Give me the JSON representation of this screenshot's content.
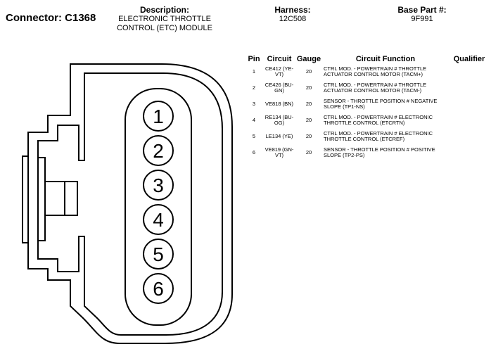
{
  "header": {
    "connector_label": "Connector: C1368",
    "description_title": "Description:",
    "description_line1": "ELECTRONIC THROTTLE",
    "description_line2": "CONTROL (ETC) MODULE",
    "harness_title": "Harness:",
    "harness_value": "12C508",
    "base_part_title": "Base Part #:",
    "base_part_value": "9F991"
  },
  "table": {
    "columns": [
      "Pin",
      "Circuit",
      "Gauge",
      "Circuit Function",
      "Qualifier"
    ],
    "rows": [
      {
        "pin": "1",
        "circuit": "CE412 (YE-VT)",
        "gauge": "20",
        "function": "CTRL MOD. - POWERTRAIN # THROTTLE ACTUATOR CONTROL MOTOR (TACM+)",
        "qualifier": ""
      },
      {
        "pin": "2",
        "circuit": "CE426 (BU-GN)",
        "gauge": "20",
        "function": "CTRL MOD. - POWERTRAIN # THROTTLE ACTUATOR CONTROL MOTOR (TACM-)",
        "qualifier": ""
      },
      {
        "pin": "3",
        "circuit": "VE818 (BN)",
        "gauge": "20",
        "function": "SENSOR - THROTTLE POSITION # NEGATIVE SLOPE (TP1-NS)",
        "qualifier": ""
      },
      {
        "pin": "4",
        "circuit": "RE134 (BU-OG)",
        "gauge": "20",
        "function": "CTRL MOD. - POWERTRAIN # ELECTRONIC THROTTLE CONTROL (ETCRTN)",
        "qualifier": ""
      },
      {
        "pin": "5",
        "circuit": "LE134 (YE)",
        "gauge": "20",
        "function": "CTRL MOD. - POWERTRAIN # ELECTRONIC THROTTLE CONTROL (ETCREF)",
        "qualifier": ""
      },
      {
        "pin": "6",
        "circuit": "VE819 (GN-VT)",
        "gauge": "20",
        "function": "SENSOR - THROTTLE POSITION # POSITIVE SLOPE (TP2-PS)",
        "qualifier": ""
      }
    ]
  },
  "connector": {
    "pin_labels": [
      "1",
      "2",
      "3",
      "4",
      "5",
      "6"
    ]
  }
}
